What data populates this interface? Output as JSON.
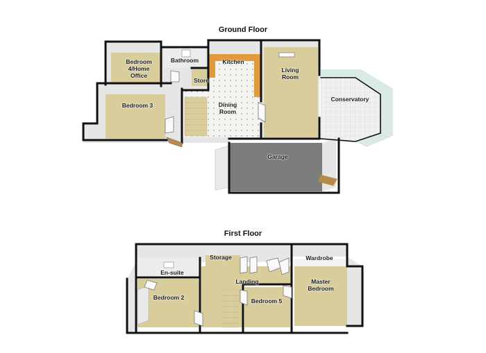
{
  "floors": {
    "ground": {
      "title": "Ground Floor"
    },
    "first": {
      "title": "First Floor"
    }
  },
  "rooms": {
    "bedroom4": "Bedroom\n4/Home\nOffice",
    "bathroom": "Bathroom",
    "kitchen": "Kitchen",
    "living": "Living\nRoom",
    "store": "Store",
    "bedroom3": "Bedroom 3",
    "dining": "Dining\nRoom",
    "conservatory": "Conservatory",
    "garage": "Garage",
    "storage": "Storage",
    "wardrobe": "Wardrobe",
    "ensuite": "En-suite",
    "landing": "Landing",
    "master": "Master\nBedroom",
    "bedroom2": "Bedroom 2",
    "bedroom5": "Bedroom 5"
  },
  "colors": {
    "wall": "#111111",
    "wall_face": "#e8e8e8",
    "floor_carpet": "#d9cf9f",
    "floor_tile": "#f1f1ee",
    "floor_wet": "#ececec",
    "worktop": "#e39a3f",
    "glass": "#cfe4dc"
  }
}
